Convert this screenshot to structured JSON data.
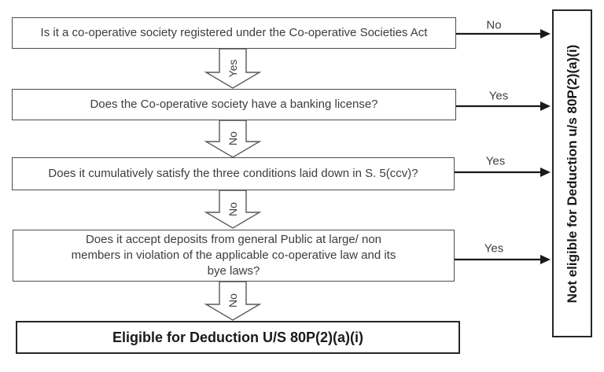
{
  "flowchart": {
    "boxes": {
      "q1": "Is it a co-operative society registered under the Co-operative Societies Act",
      "q2": "Does the Co-operative society have a banking license?",
      "q3": "Does it cumulatively satisfy the three conditions laid down in S. 5(ccv)?",
      "q4": "Does it accept deposits from general Public at large/ non members in violation of the applicable co-operative law and its bye laws?",
      "eligible": "Eligible for Deduction U/S 80P(2)(a)(i)",
      "not_eligible": "Not eligible for Deduction u/s 80P(2)(a)(i)"
    },
    "connectors": {
      "down1": "Yes",
      "down2": "No",
      "down3": "No",
      "down4": "No",
      "right1": "No",
      "right2": "Yes",
      "right3": "Yes",
      "right4": "Yes"
    },
    "colors": {
      "box_border": "#4d4d4d",
      "result_border": "#262626",
      "outline_arrow_stroke": "#595959",
      "outline_arrow_fill": "#ffffff",
      "solid_arrow": "#1a1a1a",
      "text": "#3d3d3d",
      "background": "#ffffff"
    }
  }
}
